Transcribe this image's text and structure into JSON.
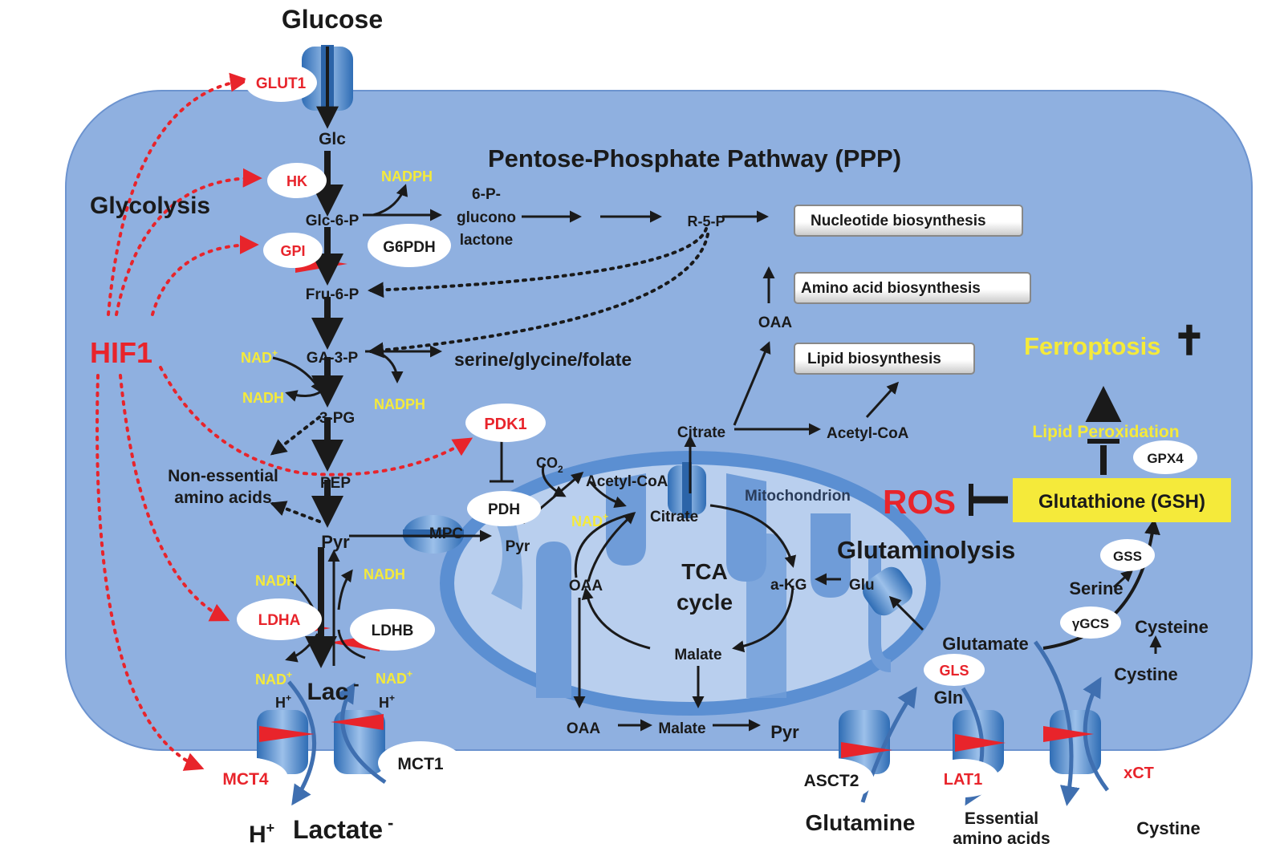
{
  "inputs": {
    "glucose": "Glucose",
    "glutamine": "Glutamine",
    "essential_aa_line1": "Essential",
    "essential_aa_line2": "amino acids",
    "cystine_out": "Cystine"
  },
  "outputs": {
    "h_plus": "H",
    "lactate": "Lactate"
  },
  "regulators": {
    "hif1": "HIF1"
  },
  "headings": {
    "glycolysis": "Glycolysis",
    "ppp": "Pentose-Phosphate Pathway (PPP)",
    "glutaminolysis": "Glutaminolysis",
    "tca_line1": "TCA",
    "tca_line2": "cycle",
    "mitochondrion": "Mitochondrion",
    "ferroptosis": "Ferroptosis",
    "ros": "ROS"
  },
  "glycolysis": {
    "glc": "Glc",
    "glc6p": "Glc-6-P",
    "fru6p": "Fru-6-P",
    "ga3p": "GA-3-P",
    "pg3": "3-PG",
    "pep": "PEP",
    "pyr": "Pyr",
    "lac": "Lac",
    "nonessential_line1": "Non-essential",
    "nonessential_line2": "amino acids",
    "serine_gly_fol": "serine/glycine/folate"
  },
  "ppp": {
    "nadph1": "NADPH",
    "nadph2": "NADPH",
    "gluconolactone_1": "6-P-",
    "gluconolactone_2": "glucono",
    "gluconolactone_3": "lactone",
    "r5p": "R-5-P"
  },
  "cofactors": {
    "nad_plus": "NAD",
    "nadh": "NADH",
    "nadh_left": "NADH",
    "nadh_right": "NADH",
    "nad_left": "NAD",
    "nad_right": "NAD",
    "nad_mito": "NAD",
    "h_left": "H",
    "h_right": "H"
  },
  "enzymes": {
    "glut1": "GLUT1",
    "hk": "HK",
    "gpi": "GPI",
    "g6pdh": "G6PDH",
    "pdk1": "PDK1",
    "pdh": "PDH",
    "ldha": "LDHA",
    "ldhb": "LDHB",
    "mct4": "MCT4",
    "mct1": "MCT1",
    "mpc": "MPC",
    "asct2": "ASCT2",
    "lat1": "LAT1",
    "xct": "xCT",
    "gls": "GLS",
    "gss": "GSS",
    "ggcs": "γGCS",
    "gpx4": "GPX4"
  },
  "boxes": {
    "nucleotide": "Nucleotide biosynthesis",
    "amino_acid": "Amino acid biosynthesis",
    "lipid": "Lipid biosynthesis",
    "gsh": "Glutathione (GSH)"
  },
  "tca": {
    "co2": "CO",
    "acetyl_coa": "Acetyl-CoA",
    "citrate": "Citrate",
    "akg": "a-KG",
    "malate": "Malate",
    "oaa": "OAA",
    "pyr_mito": "Pyr",
    "glu": "Glu",
    "citrate_out": "Citrate",
    "acetyl_coa_out": "Acetyl-CoA",
    "oaa_up": "OAA",
    "oaa_out": "OAA",
    "malate_out": "Malate",
    "pyr_out": "Pyr"
  },
  "gsh_pathway": {
    "glutamate": "Glutamate",
    "gln": "Gln",
    "serine": "Serine",
    "cysteine": "Cysteine",
    "cystine_in": "Cystine",
    "lipid_peroxidation": "Lipid Peroxidation"
  },
  "death_symbol": "✝",
  "colors": {
    "cell": "#8fb0e0",
    "mito_outer": "#5b8fd2",
    "mito_inner": "#b9cfee",
    "red": "#e8242b",
    "yellow": "#f5ea3a",
    "dark": "#1a1a1a",
    "transporter": "#3f7fc7"
  }
}
